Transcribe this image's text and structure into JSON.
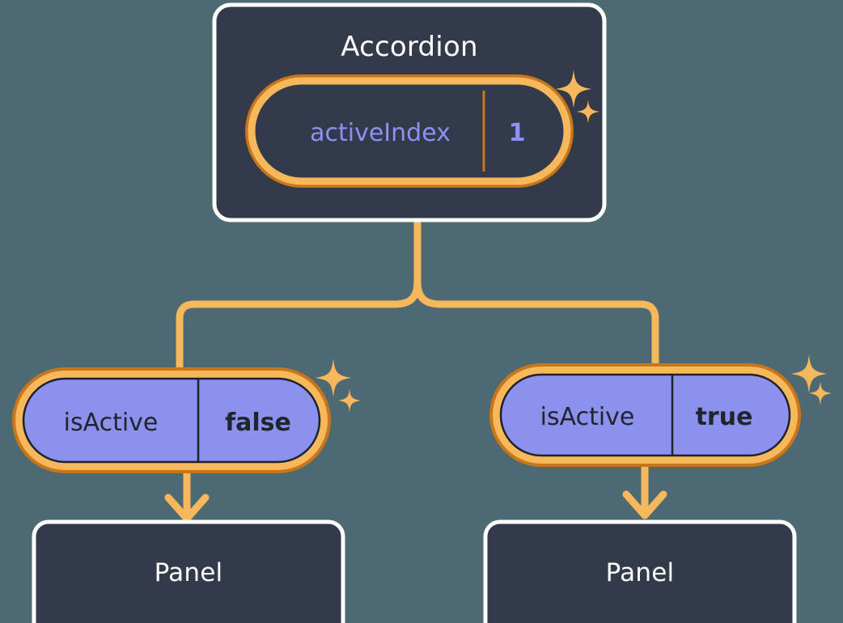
{
  "theme": {
    "background": "#4d6a72",
    "node_fill": "#333a49",
    "node_border": "#ffffff",
    "pill_ring_outer": "#c9751a",
    "pill_ring_inner": "#f6b košt"
  },
  "colors": {
    "background": "#4d6a72",
    "node_fill": "#333a49",
    "node_border": "#ffffff",
    "node_title": "#ffffff",
    "ring_outer": "#c9751a",
    "ring_inner": "#f7b85c",
    "pill_dark_fill": "#333a49",
    "pill_purple_fill": "#8b91ec",
    "text_purple": "#8b91f5",
    "text_dark": "#20252e",
    "connector": "#f7b85c",
    "sparkle": "#f7b85c",
    "divider_dark_pill": "#c9751a",
    "divider_purple_pill": "#1d222b"
  },
  "diagram": {
    "type": "component-state-tree",
    "root": {
      "label": "Accordion",
      "state": {
        "key": "activeIndex",
        "value": "1",
        "style": "dark",
        "has_sparkle": true
      }
    },
    "branches": [
      {
        "side": "left",
        "state": {
          "key": "isActive",
          "value": "false",
          "style": "purple",
          "has_sparkle": true
        },
        "child": {
          "label": "Panel"
        }
      },
      {
        "side": "right",
        "state": {
          "key": "isActive",
          "value": "true",
          "style": "purple",
          "has_sparkle": true
        },
        "child": {
          "label": "Panel"
        }
      }
    ]
  },
  "labels": {
    "root_title": "Accordion",
    "root_prop_key": "activeIndex",
    "root_prop_value": "1",
    "left_prop_key": "isActive",
    "left_prop_value": "false",
    "right_prop_key": "isActive",
    "right_prop_value": "true",
    "left_panel_title": "Panel",
    "right_panel_title": "Panel"
  },
  "icons": {
    "sparkle_large": "sparkle-icon",
    "sparkle_small": "sparkle-small-icon",
    "arrow": "arrow-down-icon"
  }
}
